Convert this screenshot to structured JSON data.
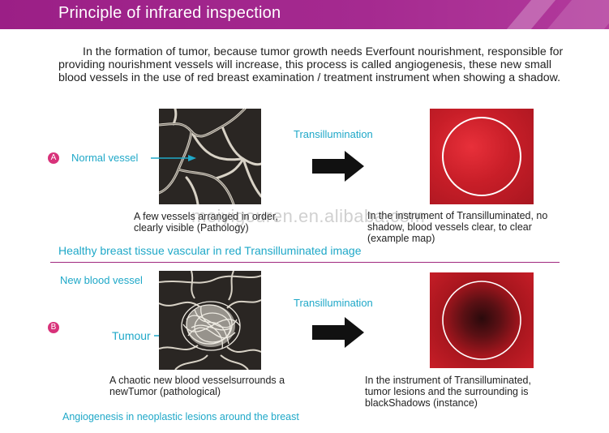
{
  "header": {
    "title": "Principle of infrared inspection"
  },
  "intro": {
    "text": "In the formation of tumor, because tumor growth needs Everfount nourishment, responsible for providing nourishment vessels will increase, this process is called angiogenesis, these new small blood vessels in the use of red breast examination / treatment instrument when showing a shadow."
  },
  "section_a": {
    "badge": "A",
    "label": "Normal vessel",
    "arrow_label": "Transillumination",
    "left_caption": "A few vessels arranged in order, clearly visible (Pathology)",
    "right_caption": "In the instrument of Transilluminated, no shadow, blood vessels clear, to clear (example map)",
    "footer": "Healthy breast tissue vascular in red Transilluminated image"
  },
  "section_b": {
    "badge": "B",
    "new_vessel_label": "New blood vessel",
    "tumour_label": "Tumour",
    "arrow_label": "Transillumination",
    "left_caption": "A chaotic new blood vesselsurrounds a newTumor (pathological)",
    "right_caption": "In the instrument of Transilluminated, tumor lesions and the surrounding is blackShadows (instance)",
    "footer": "Angiogenesis in neoplastic lesions around the breast"
  },
  "watermark": "meiyigouren.en.alibaba.com",
  "colors": {
    "header": "#a52a90",
    "accent_text": "#1fa8c8",
    "badge": "#d8327a",
    "divider": "#a0287f",
    "red": "#c81e28"
  }
}
